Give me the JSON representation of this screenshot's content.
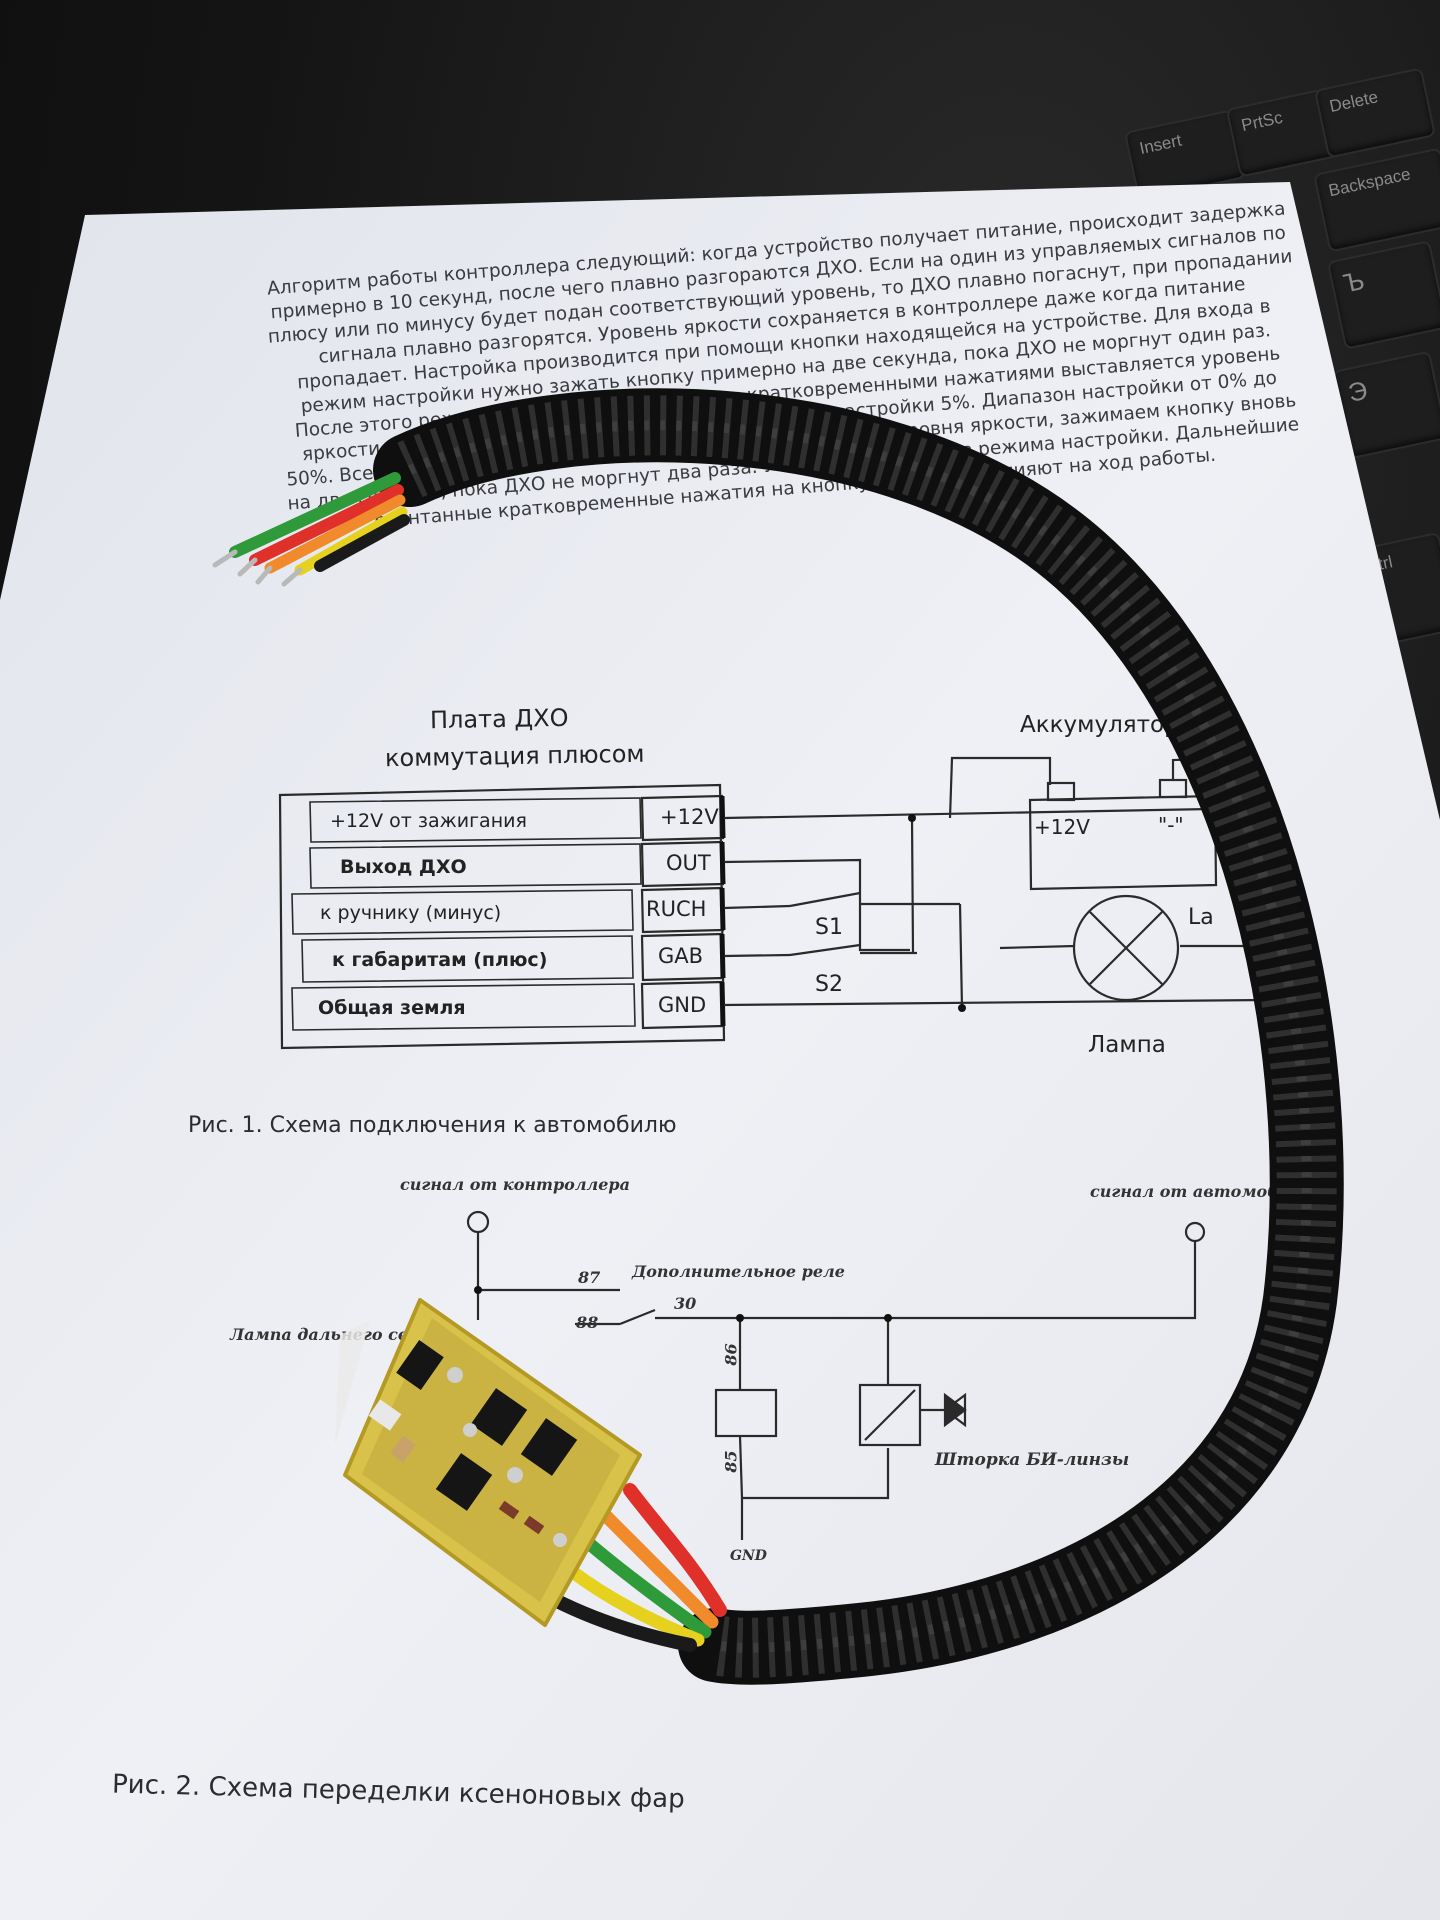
{
  "keyboard": {
    "keys": [
      "Insert",
      "PrtSc",
      "Delete",
      "Backspace",
      "Ctrl",
      "Ъ",
      "Э"
    ]
  },
  "document": {
    "paragraph": "Алгоритм работы контроллера следующий: когда устройство получает питание, происходит задержка примерно в 10 секунд, после чего плавно разгораются ДХО. Если на один из управляемых сигналов по плюсу или по минусу будет подан соответствующий уровень, то ДХО плавно погаснут, при пропадании сигнала плавно разгорятся. Уровень яркости сохраняется в контроллере даже когда питание пропадает. Настройка производится при помощи кнопки находящейся на устройстве. Для входа в режим настройки нужно зажать кнопку примерно на две секунда, пока ДХО не моргнут один раз. После этого режим настройки активирован и кратковременными нажатиями выставляется уровень яркости, который можно определить визуально. Шаг настройки 5%. Диапазон настройки от 0% до 50%. Всего 10 шагов настройки. После выставления нужного уровня яркости, зажимаем кнопку вновь на две секунды, пока ДХО не моргнут два раза. Устройство вышло из режима настройки. Дальнейшие спонтанные кратковременные нажатия на кнопку никак не повлияют на ход работы.",
    "fig1": {
      "title_line1": "Плата ДХО",
      "title_line2": "коммутация плюсом",
      "rows": [
        {
          "label": "+12V от зажигания",
          "pin": "+12V"
        },
        {
          "label": "Выход ДХО",
          "pin": "OUT"
        },
        {
          "label": "к ручнику (минус)",
          "pin": "RUCH"
        },
        {
          "label": "к габаритам (плюс)",
          "pin": "GAB"
        },
        {
          "label": "Общая земля",
          "pin": "GND"
        }
      ],
      "battery_label": "Аккумулятор",
      "battery_plus": "+12V",
      "battery_minus": "\"-\"",
      "lamp_tag": "La",
      "lamp_label": "Лампа",
      "switch1": "S1",
      "switch2": "S2",
      "caption": "Рис. 1. Схема подключения к автомобилю"
    },
    "fig2": {
      "signal_controller": "сигнал от контроллера",
      "signal_car": "сигнал от автомобиля",
      "relay_label": "Дополнительное реле",
      "lamp_high": "Лампа дальнего света",
      "pin87": "87",
      "pin88": "88",
      "pin30": "30",
      "pin86": "86",
      "pin85": "85",
      "shutter": "Шторка БИ-линзы",
      "gnd": "GND",
      "caption": "Рис. 2. Схема переделки ксеноновых фар"
    }
  },
  "colors": {
    "paper": "#ecedf2",
    "conduit": "#141414",
    "pcb": "#d9c24a",
    "wire_red": "#e0302a",
    "wire_green": "#2f9a3a",
    "wire_yellow": "#e6d21e",
    "wire_orange": "#f08a2a",
    "wire_black": "#1a1a1a"
  }
}
